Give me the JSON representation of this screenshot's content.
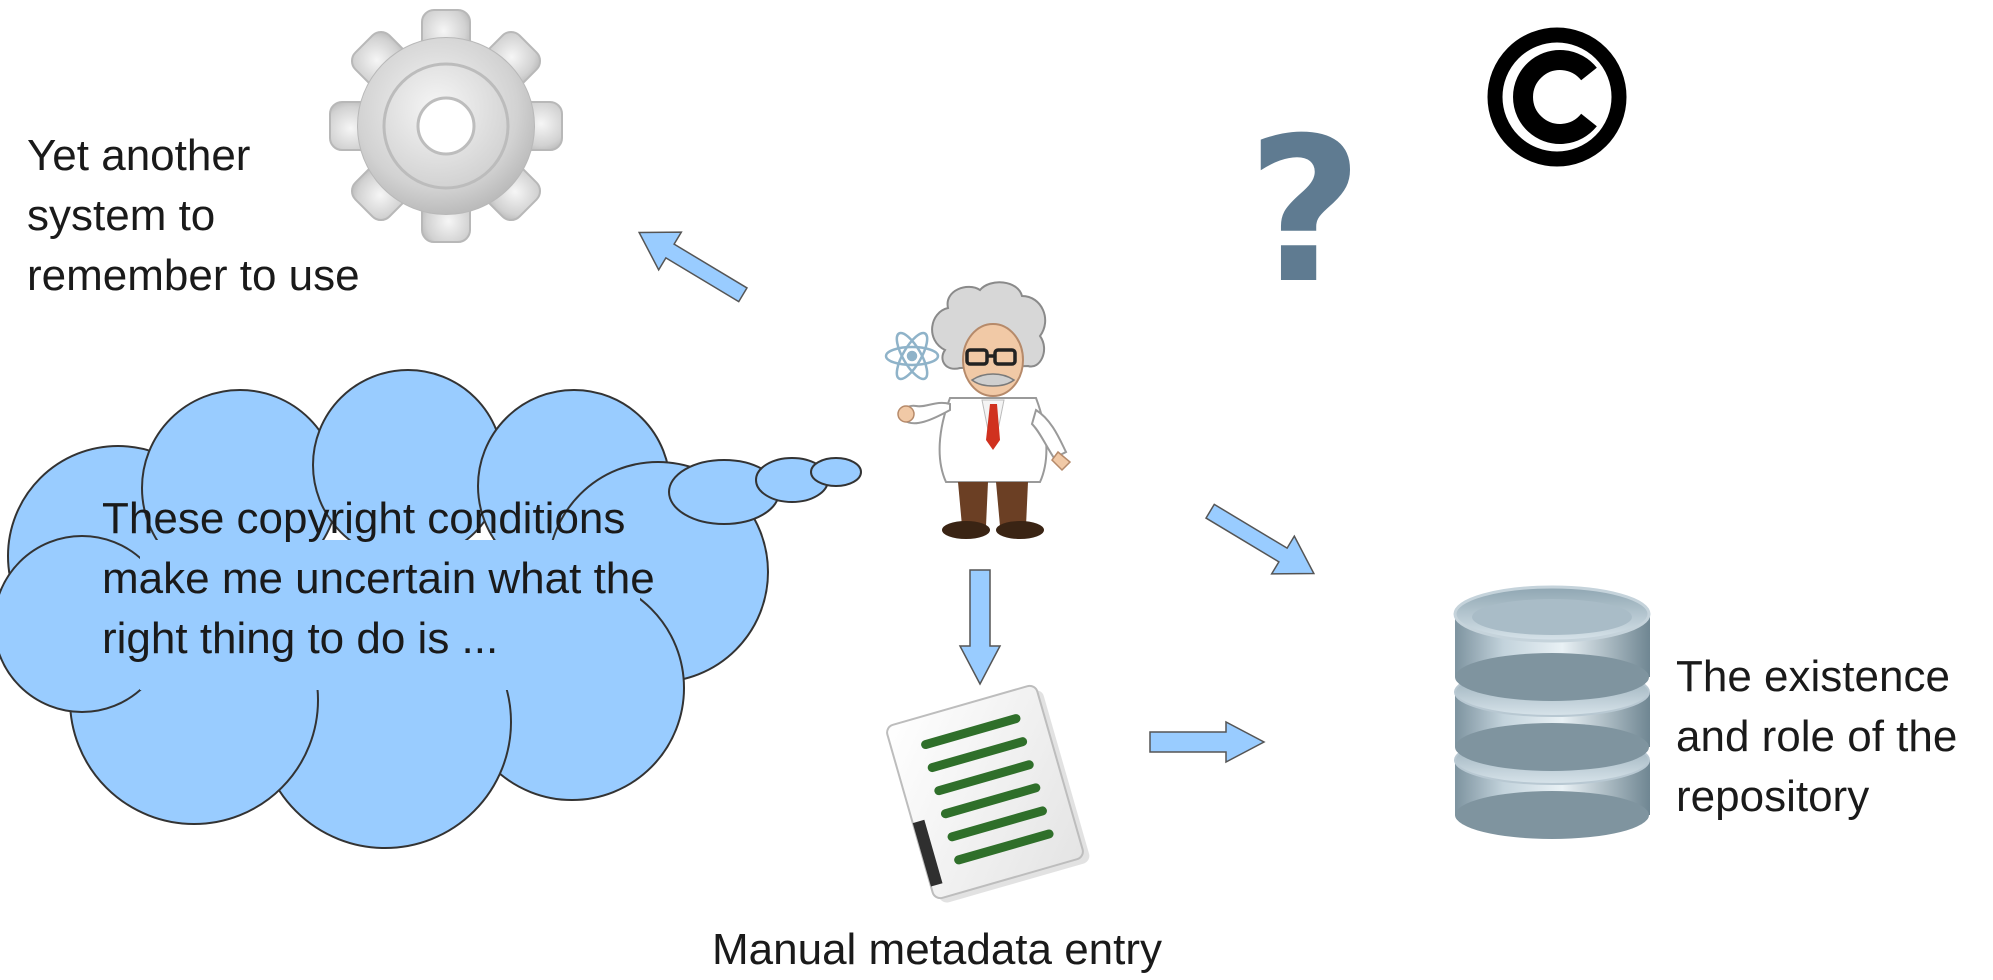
{
  "labels": {
    "gear_text": [
      "Yet another",
      "system to",
      "remember to use"
    ],
    "cloud_text": [
      "These copyright conditions",
      "make me uncertain what the",
      "right thing to do is ..."
    ],
    "repository_text": [
      "The existence",
      "and role of the",
      "repository"
    ],
    "metadata_caption": "Manual metadata entry"
  },
  "symbols": {
    "question_mark": "?",
    "copyright": "©"
  },
  "icons": [
    "gear-icon",
    "scientist-figure",
    "document-icon",
    "database-icon",
    "question-mark-icon",
    "copyright-icon"
  ],
  "colors": {
    "cloud_fill": "#99ccff",
    "arrow_fill": "#99ccff",
    "question_mark": "#5f7b91",
    "gear": "#d4d4d4",
    "database": "#a8bac4",
    "text": "#1a1a1a"
  }
}
